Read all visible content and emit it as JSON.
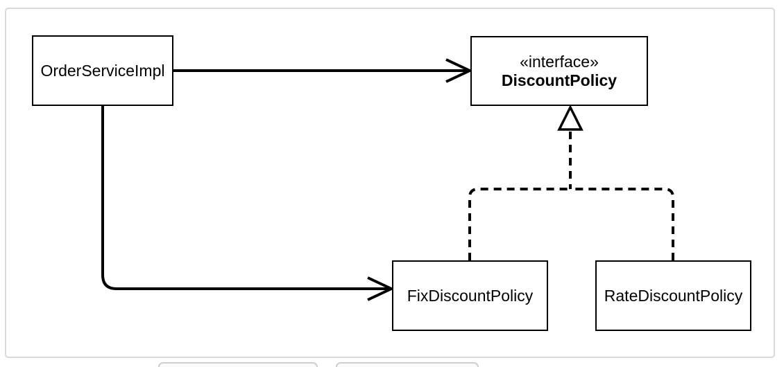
{
  "diagram": {
    "type": "uml-class-diagram",
    "nodes": {
      "order_service_impl": {
        "label": "OrderServiceImpl"
      },
      "discount_policy": {
        "stereotype": "«interface»",
        "label": "DiscountPolicy"
      },
      "fix_discount_policy": {
        "label": "FixDiscountPolicy"
      },
      "rate_discount_policy": {
        "label": "RateDiscountPolicy"
      }
    },
    "edges": [
      {
        "from": "OrderServiceImpl",
        "to": "DiscountPolicy",
        "type": "dependency",
        "style": "solid-open-arrow"
      },
      {
        "from": "OrderServiceImpl",
        "to": "FixDiscountPolicy",
        "type": "dependency",
        "style": "solid-open-arrow"
      },
      {
        "from": "FixDiscountPolicy",
        "to": "DiscountPolicy",
        "type": "realization",
        "style": "dashed-hollow-triangle"
      },
      {
        "from": "RateDiscountPolicy",
        "to": "DiscountPolicy",
        "type": "realization",
        "style": "dashed-hollow-triangle"
      }
    ],
    "colors": {
      "line": "#000000",
      "node_fill": "#ffffff",
      "node_border": "#000000",
      "frame_border": "#d9d9d9"
    }
  }
}
